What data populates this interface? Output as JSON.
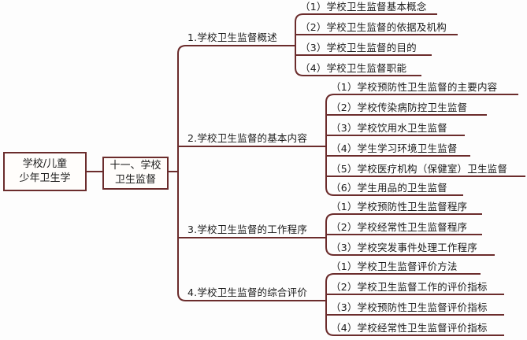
{
  "root": {
    "label": "学校/儿童\n少年卫生学"
  },
  "chapter": {
    "label": "十一、学校\n卫生监督"
  },
  "sections": [
    {
      "label": "1.学校卫生监督概述",
      "items": [
        "（1）学校卫生监督基本概念",
        "（2）学校卫生监督的依据及机构",
        "（3）学校卫生监督的目的",
        "（4）学校卫生监督职能"
      ]
    },
    {
      "label": "2.学校卫生监督的基本内容",
      "items": [
        "（1）学校预防性卫生监督的主要内容",
        "（2）学校传染病防控卫生监督",
        "（3）学校饮用水卫生监督",
        "（4）学生学习环境卫生监督",
        "（5）学校医疗机构（保健室）卫生监督",
        "（6）学生用品的卫生监督"
      ]
    },
    {
      "label": "3.学校卫生监督的工作程序",
      "items": [
        "（1）学校预防性卫生监督程序",
        "（2）学校经常性卫生监督程序",
        "（3）学校突发事件处理工作程序"
      ]
    },
    {
      "label": "4.学校卫生监督的综合评价",
      "items": [
        "（1）学校卫生监督评价方法",
        "（2）学校卫生监督工作的评价指标",
        "（3）学校预防性卫生监督评价指标",
        "（4）学校经常性卫生监督评价指标"
      ]
    }
  ],
  "colors": {
    "line": "#6b2c2c",
    "text": "#1b1b1b",
    "box_fill": "#fffdfb"
  }
}
